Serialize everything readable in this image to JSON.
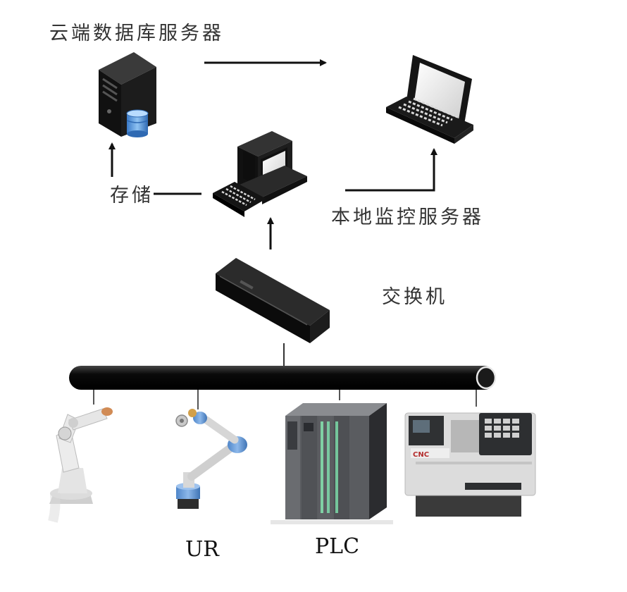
{
  "labels": {
    "cloud_server": "云端数据库服务器",
    "storage": "存储",
    "local_server": "本地监控服务器",
    "switch": "交换机",
    "ur": "UR",
    "plc": "PLC"
  },
  "device_brand": "CNC",
  "colors": {
    "line": "#111111",
    "bus": "#0c0c0c",
    "device_dark": "#1a1a1a",
    "robot_white": "#e6e6e6",
    "ur_blue": "#5e95d6",
    "plc_gray": "#5a5c60",
    "plc_green": "#7fd0a4",
    "cnc_body": "#dcdcdc"
  },
  "icons": [
    "server-icon",
    "database-icon",
    "laptop-icon",
    "desktop-computer-icon",
    "switch-icon",
    "industrial-robot-icon",
    "ur-cobot-icon",
    "plc-icon",
    "cnc-lathe-icon"
  ]
}
